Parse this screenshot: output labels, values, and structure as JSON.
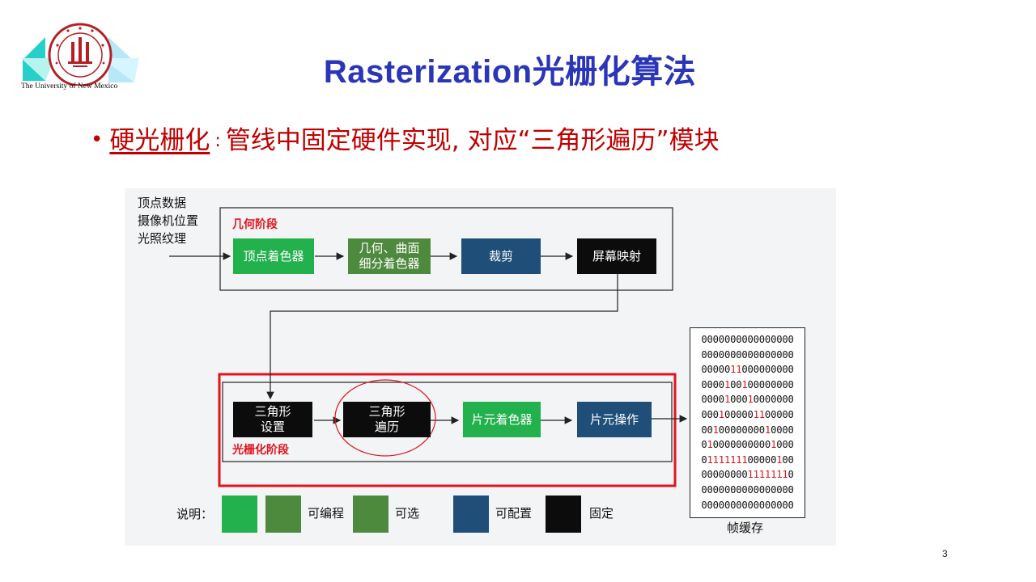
{
  "header": {
    "title": "Rasterization光栅化算法",
    "logo_caption": "The University of New Mexico"
  },
  "bullet": {
    "term": "硬光栅化",
    "separator": ":",
    "description": "管线中固定硬件实现, 对应“三角形遍历”模块"
  },
  "diagram": {
    "inputs": [
      "顶点数据",
      "摄像机位置",
      "光照纹理"
    ],
    "geometry_stage": {
      "label": "几何阶段",
      "boxes": [
        {
          "line1": "顶点着色器",
          "line2": "",
          "color": "#22b14c"
        },
        {
          "line1": "几何、曲面",
          "line2": "细分着色器",
          "color": "#4e8a3e"
        },
        {
          "line1": "裁剪",
          "line2": "",
          "color": "#1f4e79"
        },
        {
          "line1": "屏幕映射",
          "line2": "",
          "color": "#0c0c0c"
        }
      ]
    },
    "raster_stage": {
      "label": "光栅化阶段",
      "boxes": [
        {
          "line1": "三角形",
          "line2": "设置",
          "color": "#0c0c0c"
        },
        {
          "line1": "三角形",
          "line2": "遍历",
          "color": "#0c0c0c"
        },
        {
          "line1": "片元着色器",
          "line2": "",
          "color": "#22b14c"
        },
        {
          "line1": "片元操作",
          "line2": "",
          "color": "#1f4e79"
        }
      ]
    },
    "framebuffer": {
      "label": "帧缓存",
      "rows": [
        "0000000000000000",
        "0000000000000000",
        "0000011000000000",
        "0000100100000000",
        "0000100010000000",
        "0001000001100000",
        "0010000000010000",
        "0100000000001000",
        "0111111100000100",
        "0000000011111110",
        "0000000000000000",
        "0000000000000000"
      ]
    },
    "legend": {
      "title": "说明：",
      "items": [
        {
          "label": "",
          "color": "#22b14c"
        },
        {
          "label": "可编程",
          "color": "#4e8a3e"
        },
        {
          "label": "可选",
          "color": "#4e8a3e"
        },
        {
          "label": "可配置",
          "color": "#1f4e79"
        },
        {
          "label": "固定",
          "color": "#0c0c0c"
        }
      ]
    }
  },
  "page_number": "3",
  "colors": {
    "title": "#2a35b8",
    "accent_red": "#c00000",
    "highlight_red": "#e0141e"
  }
}
